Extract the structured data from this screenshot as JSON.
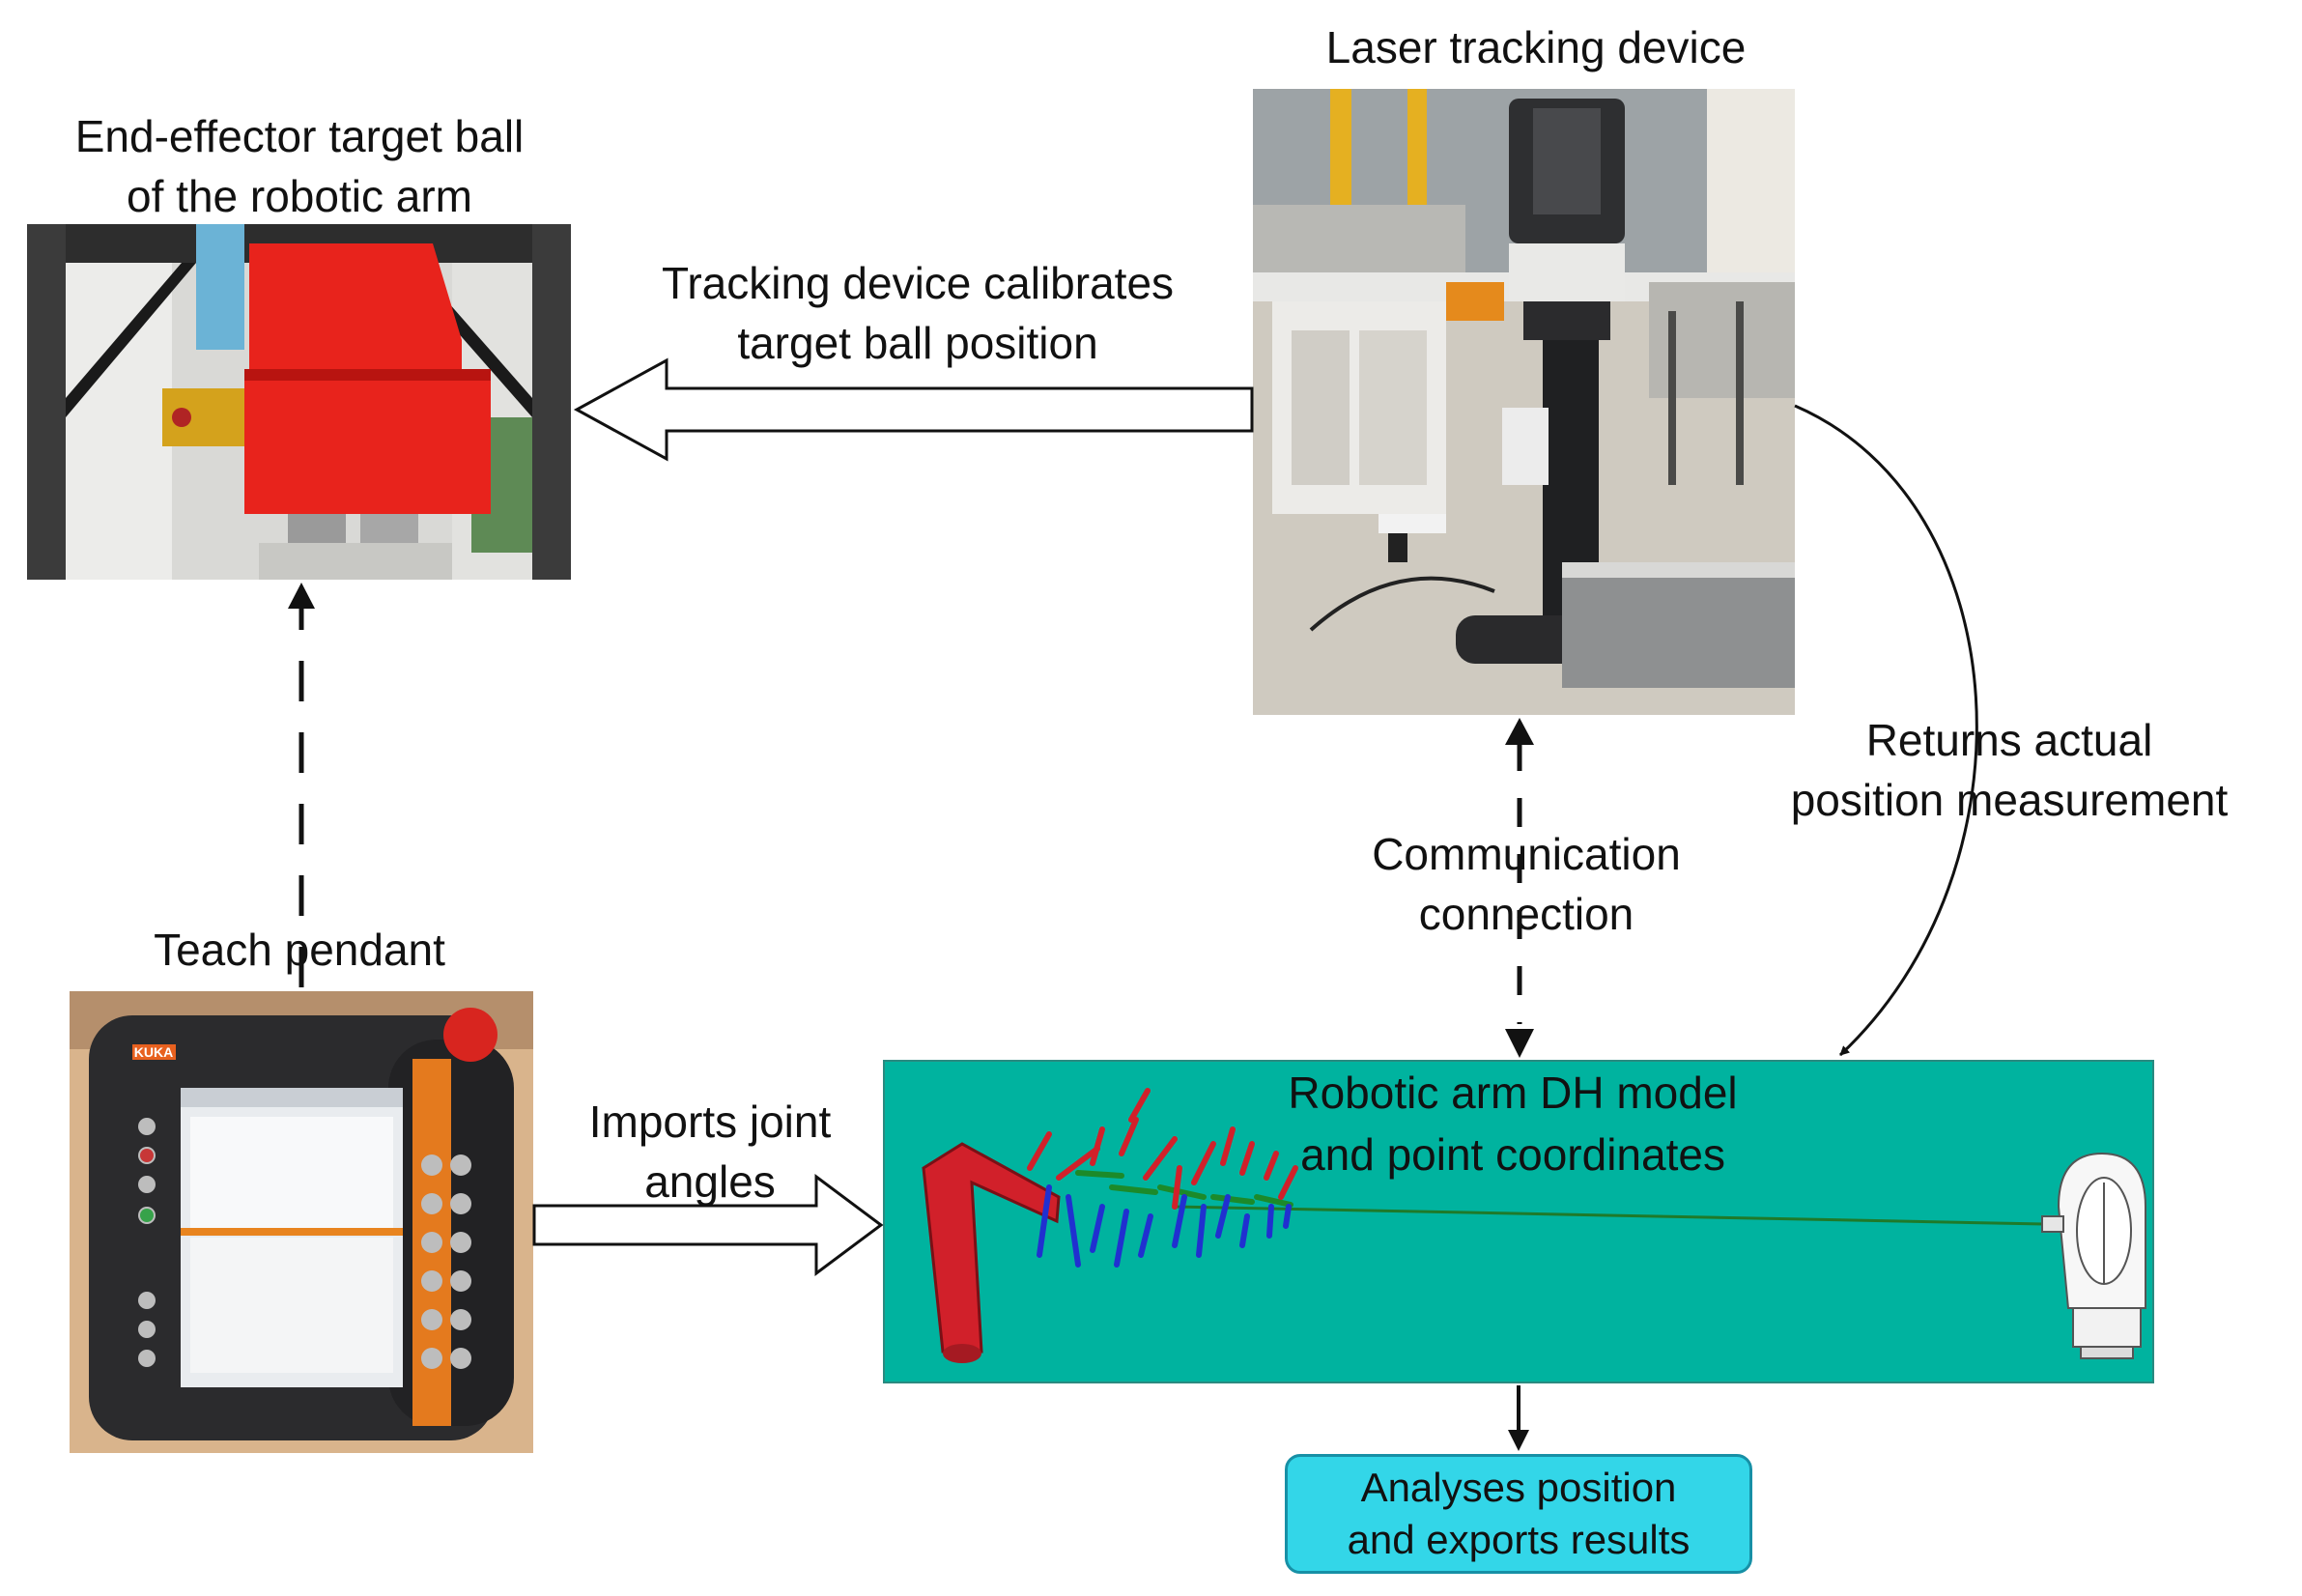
{
  "nodes": {
    "target_ball": {
      "label_line1": "End-effector target ball",
      "label_line2": "of the robotic arm"
    },
    "laser_tracker": {
      "label": "Laser tracking device"
    },
    "teach_pendant": {
      "label": "Teach pendant",
      "brand": "KUKA"
    },
    "dh_model": {
      "label_line1": "Robotic arm DH model",
      "label_line2": "and point coordinates"
    },
    "results": {
      "label_line1": "Analyses position",
      "label_line2": "and exports results"
    }
  },
  "edges": {
    "calibrates": {
      "line1": "Tracking device calibrates",
      "line2": "target ball position"
    },
    "returns": {
      "line1": "Returns actual",
      "line2": "position measurement"
    },
    "communication": {
      "line1": "Communication",
      "line2": "connection"
    },
    "imports": {
      "line1": "Imports joint",
      "line2": "angles"
    }
  },
  "colors": {
    "panel": "#00b39f",
    "result_box": "#33d6e8",
    "end_effector": "#e8231c",
    "arm_model": "#d1202a"
  }
}
